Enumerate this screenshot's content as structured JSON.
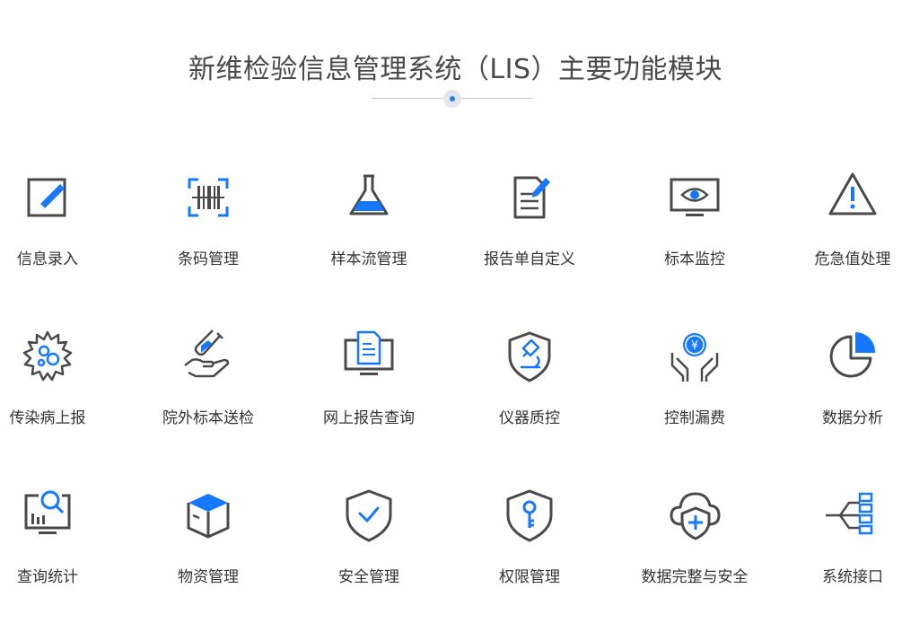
{
  "header": {
    "title": "新维检验信息管理系统（LIS）主要功能模块"
  },
  "colors": {
    "icon_gray": "#4a4a4a",
    "icon_blue": "#1677ff",
    "title_gray": "#4a4a4a"
  },
  "modules": [
    {
      "label": "信息录入",
      "icon": "edit-icon"
    },
    {
      "label": "条码管理",
      "icon": "barcode-scan-icon"
    },
    {
      "label": "样本流管理",
      "icon": "flask-icon"
    },
    {
      "label": "报告单自定义",
      "icon": "document-edit-icon"
    },
    {
      "label": "标本监控",
      "icon": "monitor-eye-icon"
    },
    {
      "label": "危急值处理",
      "icon": "warning-triangle-icon"
    },
    {
      "label": "传染病上报",
      "icon": "virus-icon"
    },
    {
      "label": "院外标本送检",
      "icon": "hand-test-tube-icon"
    },
    {
      "label": "网上报告查询",
      "icon": "monitor-document-icon"
    },
    {
      "label": "仪器质控",
      "icon": "shield-microscope-icon"
    },
    {
      "label": "控制漏费",
      "icon": "hands-coin-icon"
    },
    {
      "label": "数据分析",
      "icon": "pie-chart-icon"
    },
    {
      "label": "查询统计",
      "icon": "monitor-search-chart-icon"
    },
    {
      "label": "物资管理",
      "icon": "box-icon"
    },
    {
      "label": "安全管理",
      "icon": "shield-check-icon"
    },
    {
      "label": "权限管理",
      "icon": "shield-key-icon"
    },
    {
      "label": "数据完整与安全",
      "icon": "cloud-shield-icon"
    },
    {
      "label": "系统接口",
      "icon": "tree-nodes-icon"
    }
  ]
}
